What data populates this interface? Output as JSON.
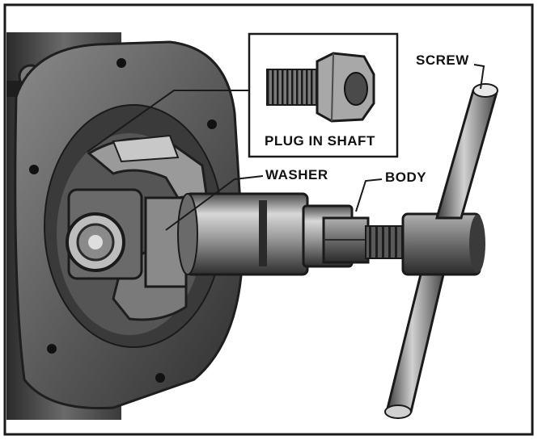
{
  "labels": {
    "screw": "SCREW",
    "plug_in_shaft": "PLUG IN SHAFT",
    "washer": "WASHER",
    "body": "BODY"
  },
  "colors": {
    "background": "#ffffff",
    "frame": "#1a1a1a",
    "ink": "#111111"
  }
}
